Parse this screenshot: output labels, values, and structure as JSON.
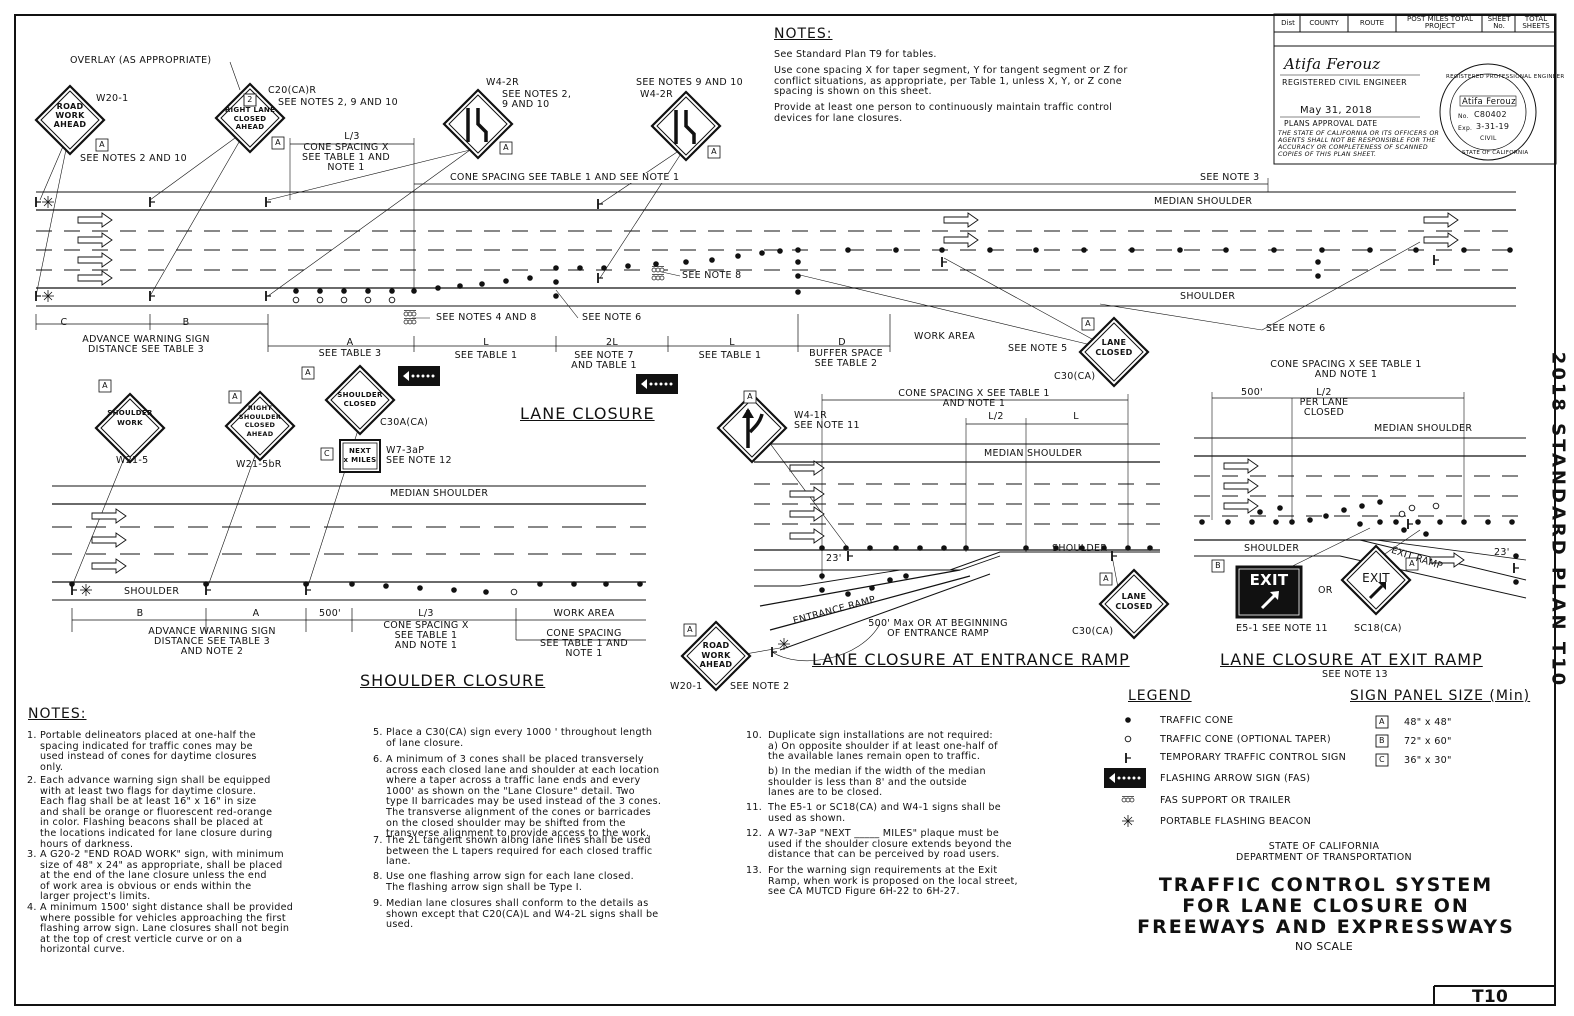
{
  "sheet": {
    "plan_id": "T10",
    "sidebar_label": "2018 STANDARD PLAN T10"
  },
  "title_block": {
    "headers": [
      "Dist",
      "COUNTY",
      "ROUTE",
      "POST MILES TOTAL PROJECT",
      "SHEET No.",
      "TOTAL SHEETS"
    ],
    "signature": "Atifa Ferouz",
    "engineer_caption": "REGISTERED CIVIL ENGINEER",
    "date": "May 31, 2018",
    "date_caption": "PLANS APPROVAL DATE",
    "disclaimer": "THE STATE OF CALIFORNIA OR ITS OFFICERS OR AGENTS SHALL NOT BE RESPONSIBLE FOR THE ACCURACY OR COMPLETENESS OF SCANNED COPIES OF THIS PLAN SHEET.",
    "seal": {
      "name": "Atifa Ferouz",
      "number": "C80402",
      "no_prefix": "No.",
      "exp_prefix": "Exp.",
      "expiry": "3-31-19",
      "discipline": "CIVIL",
      "ring_top": "REGISTERED PROFESSIONAL ENGINEER",
      "ring_bottom": "STATE OF CALIFORNIA"
    }
  },
  "top_notes": {
    "title": "NOTES:",
    "lines": [
      "See Standard Plan T9 for tables.",
      "Use cone spacing X for taper segment, Y for tangent segment or Z for\nconflict situations, as appropriate, per Table 1, unless X, Y, or Z cone\nspacing is shown on this sheet.",
      "Provide at least one person to continuously maintain traffic control\ndevices for lane closures."
    ]
  },
  "lane_closure": {
    "heading": "LANE CLOSURE",
    "labels": {
      "overlay": "OVERLAY (AS APPROPRIATE)",
      "c20": "C20(CA)R",
      "see_2_9_10": "SEE NOTES 2, 9 AND 10",
      "w20_1": "W20-1",
      "see_2_10": "SEE NOTES 2 AND 10",
      "w4_2r_a": "W4-2R",
      "see_2_9_10_b": "SEE NOTES 2,\n9 AND 10",
      "see_9_10": "SEE NOTES 9 AND 10",
      "w4_2r_b": "W4-2R",
      "l3": "L/3",
      "cone_spacing_x": "CONE SPACING X\nSEE TABLE 1 AND\nNOTE 1",
      "cone_spacing_top": "CONE SPACING SEE TABLE 1 AND SEE NOTE 1",
      "see_note_3": "SEE NOTE 3",
      "median_shoulder": "MEDIAN SHOULDER",
      "shoulder": "SHOULDER",
      "see_note_8": "SEE NOTE 8",
      "see_notes_4_8": "SEE NOTES 4 AND 8",
      "see_note_6_a": "SEE NOTE 6",
      "see_note_6_b": "SEE NOTE 6",
      "see_note_5": "SEE NOTE 5",
      "c": "C",
      "b": "B",
      "a": "A",
      "l_1": "L",
      "two_l": "2L",
      "l_2": "L",
      "d": "D",
      "adv_warning": "ADVANCE WARNING SIGN\nDISTANCE SEE TABLE 3",
      "see_table_3": "SEE TABLE 3",
      "see_table_1_a": "SEE TABLE 1",
      "see_note_7": "SEE NOTE 7\nAND TABLE 1",
      "see_table_1_b": "SEE TABLE 1",
      "buffer": "BUFFER SPACE\nSEE TABLE 2",
      "work_area": "WORK AREA",
      "c30": "C30(CA)"
    }
  },
  "shoulder_closure": {
    "heading": "SHOULDER CLOSURE",
    "labels": {
      "w21_5": "W21-5",
      "w21_5br": "W21-5bR",
      "c30a": "C30A(CA)",
      "w7_3ap": "W7-3aP",
      "see_note_12": "SEE NOTE 12",
      "median_shoulder": "MEDIAN SHOULDER",
      "shoulder": "SHOULDER",
      "b": "B",
      "a": "A",
      "d500": "500'",
      "l3": "L/3",
      "work_area": "WORK AREA",
      "adv_warning": "ADVANCE WARNING SIGN\nDISTANCE SEE TABLE 3\nAND NOTE 2",
      "cone_x": "CONE SPACING X\nSEE TABLE 1\nAND NOTE 1",
      "cone_spacing": "CONE SPACING\nSEE TABLE 1 AND\nNOTE 1"
    }
  },
  "entrance_ramp": {
    "heading": "LANE CLOSURE AT ENTRANCE RAMP",
    "labels": {
      "w4_1r": "W4-1R",
      "see_note_11": "SEE NOTE 11",
      "cone_x": "CONE SPACING X SEE TABLE 1\nAND NOTE 1",
      "l2": "L/2",
      "l": "L",
      "median_shoulder": "MEDIAN SHOULDER",
      "shoulder": "SHOULDER",
      "d23": "23'",
      "ramp": "ENTRANCE RAMP",
      "max500": "500' Max OR AT BEGINNING\nOF ENTRANCE RAMP",
      "c30": "C30(CA)",
      "w20_1": "W20-1",
      "see_note_2": "SEE NOTE 2"
    }
  },
  "exit_ramp": {
    "heading": "LANE CLOSURE AT EXIT RAMP",
    "subheading": "SEE NOTE 13",
    "labels": {
      "cone_x": "CONE SPACING X SEE TABLE 1\nAND NOTE 1",
      "d500": "500'",
      "l2": "L/2\nPER LANE\nCLOSED",
      "median_shoulder": "MEDIAN SHOULDER",
      "shoulder": "SHOULDER",
      "ramp": "EXIT RAMP",
      "d23": "23'",
      "or": "OR",
      "e5_1": "E5-1  SEE NOTE 11",
      "sc18": "SC18(CA)"
    }
  },
  "signs": {
    "road_work_ahead": "ROAD\nWORK\nAHEAD",
    "right_lane_closed_ahead": "RIGHT LANE\nCLOSED\nAHEAD",
    "lane_closed": "LANE\nCLOSED",
    "shoulder_work": "SHOULDER\nWORK",
    "right_shoulder_closed_ahead": "RIGHT\nSHOULDER\nCLOSED\nAHEAD",
    "shoulder_closed": "SHOULDER\nCLOSED",
    "next_x_miles": "NEXT\nx MILES",
    "exit": "EXIT",
    "panel_a": "A",
    "panel_b": "B",
    "panel_c": "C",
    "c20_plate": "2"
  },
  "legend": {
    "title": "LEGEND",
    "items": [
      "TRAFFIC CONE",
      "TRAFFIC CONE (OPTIONAL TAPER)",
      "TEMPORARY TRAFFIC CONTROL SIGN",
      "FLASHING ARROW SIGN (FAS)",
      "FAS SUPPORT OR TRAILER",
      "PORTABLE FLASHING BEACON"
    ]
  },
  "sign_panel": {
    "title": "SIGN PANEL SIZE (Min)",
    "rows": [
      {
        "key": "A",
        "size": "48\" x 48\""
      },
      {
        "key": "B",
        "size": "72\" x 60\""
      },
      {
        "key": "C",
        "size": "36\" x 30\""
      }
    ]
  },
  "agency": {
    "state": "STATE OF CALIFORNIA",
    "dept": "DEPARTMENT OF TRANSPORTATION",
    "title_lines": [
      "TRAFFIC CONTROL SYSTEM",
      "FOR LANE CLOSURE ON",
      "FREEWAYS AND EXPRESSWAYS"
    ],
    "scale": "NO SCALE"
  },
  "general_notes": {
    "title": "NOTES:",
    "items": [
      {
        "n": "1.",
        "text": "Portable delineators placed at one-half the\nspacing indicated for traffic cones may be\nused instead of cones for daytime closures\nonly."
      },
      {
        "n": "2.",
        "text": "Each advance warning sign shall be equipped\nwith at least two flags for daytime closure.\nEach flag shall be at least 16\" x 16\" in size\nand shall be orange or fluorescent red-orange\nin color. Flashing beacons shall be placed at\nthe locations indicated for lane closure during\nhours of darkness."
      },
      {
        "n": "3.",
        "text": "A G20-2 \"END ROAD WORK\" sign, with minimum\nsize of 48\" x 24\" as appropriate, shall be placed\nat the end of the lane closure unless the end\nof work area is obvious or ends within the\nlarger project's limits."
      },
      {
        "n": "4.",
        "text": "A minimum 1500' sight distance shall be provided\nwhere possible for vehicles approaching the first\nflashing arrow sign. Lane closures shall not begin\nat the top of crest verticle curve or on a\nhorizontal curve."
      },
      {
        "n": "5.",
        "text": "Place a C30(CA) sign every 1000 ' throughout length\nof lane closure."
      },
      {
        "n": "6.",
        "text": "A minimum of 3 cones shall be placed transversely\nacross each closed lane and shoulder at each location\nwhere a taper across a traffic lane ends and every\n1000' as shown on the \"Lane Closure\" detail. Two\ntype II barricades may be used instead of the 3 cones.\nThe transverse alignment of the cones or barricades\non the closed shoulder may be shifted from the\ntransverse alignment to provide access to the work."
      },
      {
        "n": "7.",
        "text": "The 2L tangent shown along lane lines shall be used\nbetween the L tapers required for each closed traffic\nlane."
      },
      {
        "n": "8.",
        "text": "Use one flashing arrow sign for each lane closed.\nThe flashing arrow sign shall be Type I."
      },
      {
        "n": "9.",
        "text": "Median lane closures shall conform to the details as\nshown except that C20(CA)L and W4-2L signs shall be\nused."
      },
      {
        "n": "10.",
        "text": "Duplicate sign installations are not required:\n  a) On opposite shoulder if at least one-half of\n      the available lanes remain open to traffic."
      },
      {
        "n": "",
        "text": "  b) In the median if the width of the median\n      shoulder is less than 8' and the outside\n      lanes are to be closed."
      },
      {
        "n": "11.",
        "text": "The E5-1 or SC18(CA) and W4-1 signs shall be\nused as shown."
      },
      {
        "n": "12.",
        "text": "A W7-3aP \"NEXT _____ MILES\" plaque must be\nused if the shoulder closure extends beyond the\ndistance that can be perceived by road users."
      },
      {
        "n": "13.",
        "text": "For the warning sign requirements at the Exit\nRamp, when work is proposed on the local street,\nsee CA MUTCD Figure 6H-22 to 6H-27."
      }
    ]
  }
}
